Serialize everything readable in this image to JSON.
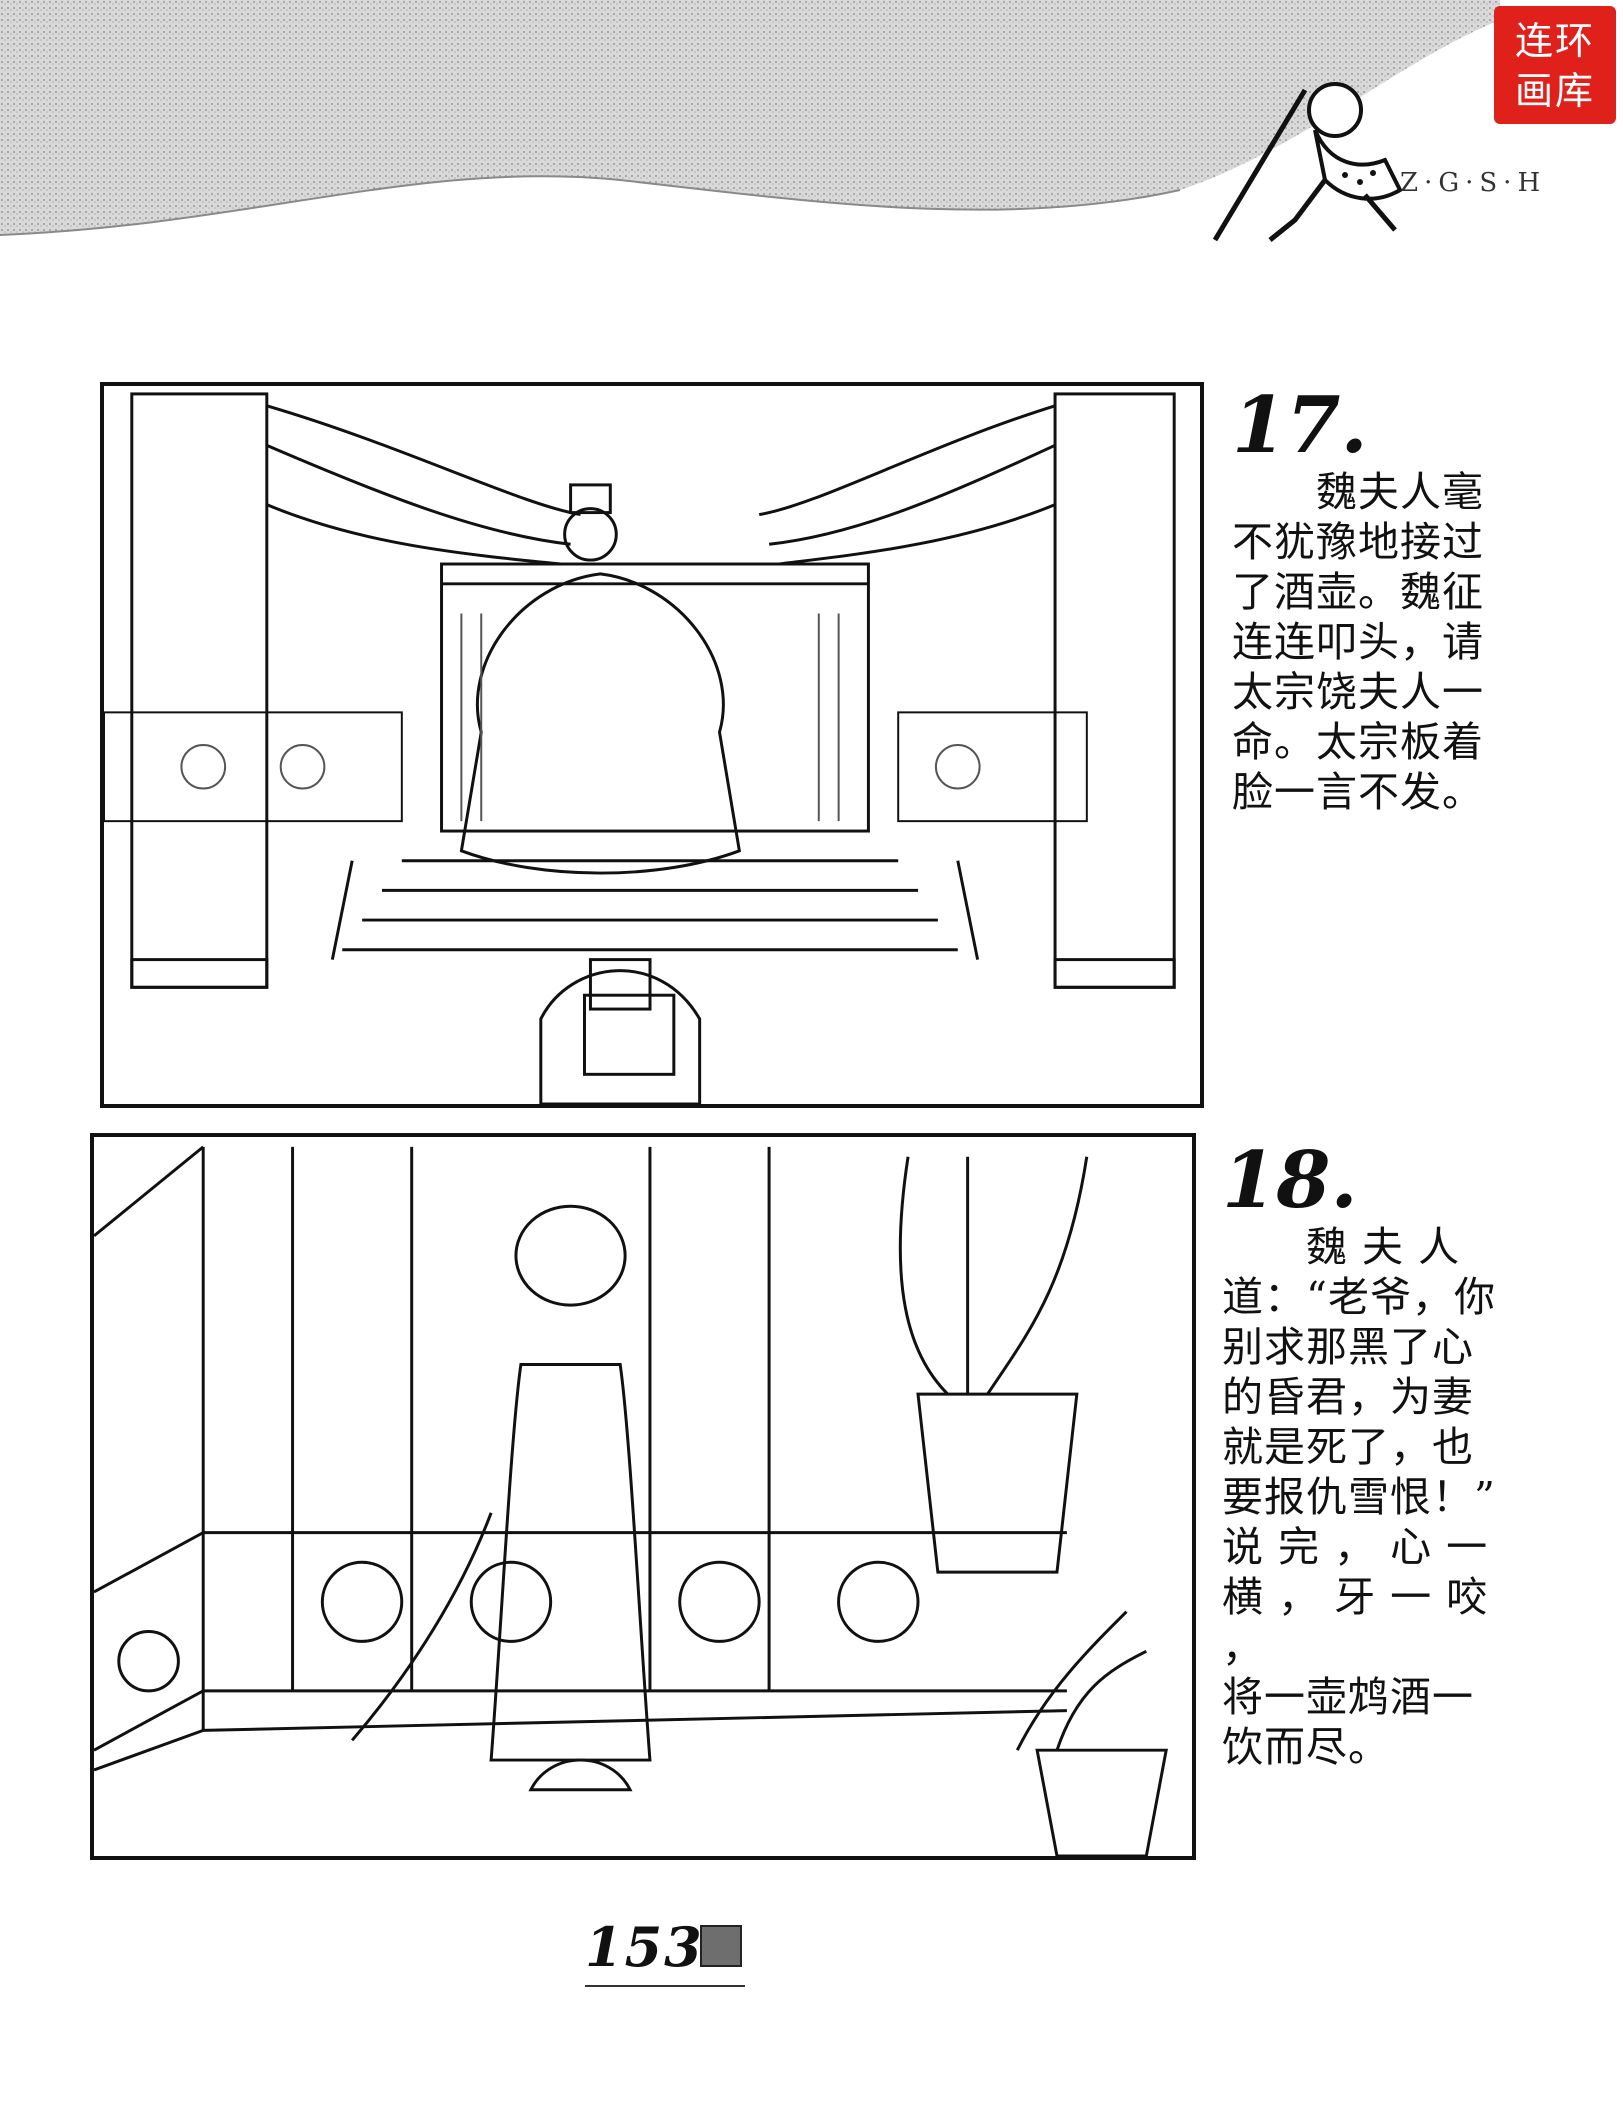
{
  "header": {
    "seal_line1": "连环",
    "seal_line2": "画库",
    "series_code": "Z·G·S·H",
    "mascot_icon": "monkey-king-icon",
    "seal_color": "#e0201b"
  },
  "panels": [
    {
      "number": "17.",
      "text": "　　魏夫人毫\n不犹豫地接过\n了酒壶。魏征\n连连叩头，请\n太宗饶夫人一\n命。太宗板着\n脸一言不发。"
    },
    {
      "number": "18.",
      "text": "　　魏 夫 人\n道：“老爷，你\n别求那黑了心\n的昏君，为妻\n就是死了，也\n要报仇雪恨！”\n说 完 ， 心 一\n横 ， 牙 一 咬 ，\n将一壶鸩酒一\n饮而尽。"
    }
  ],
  "footer": {
    "page_number": "153"
  }
}
